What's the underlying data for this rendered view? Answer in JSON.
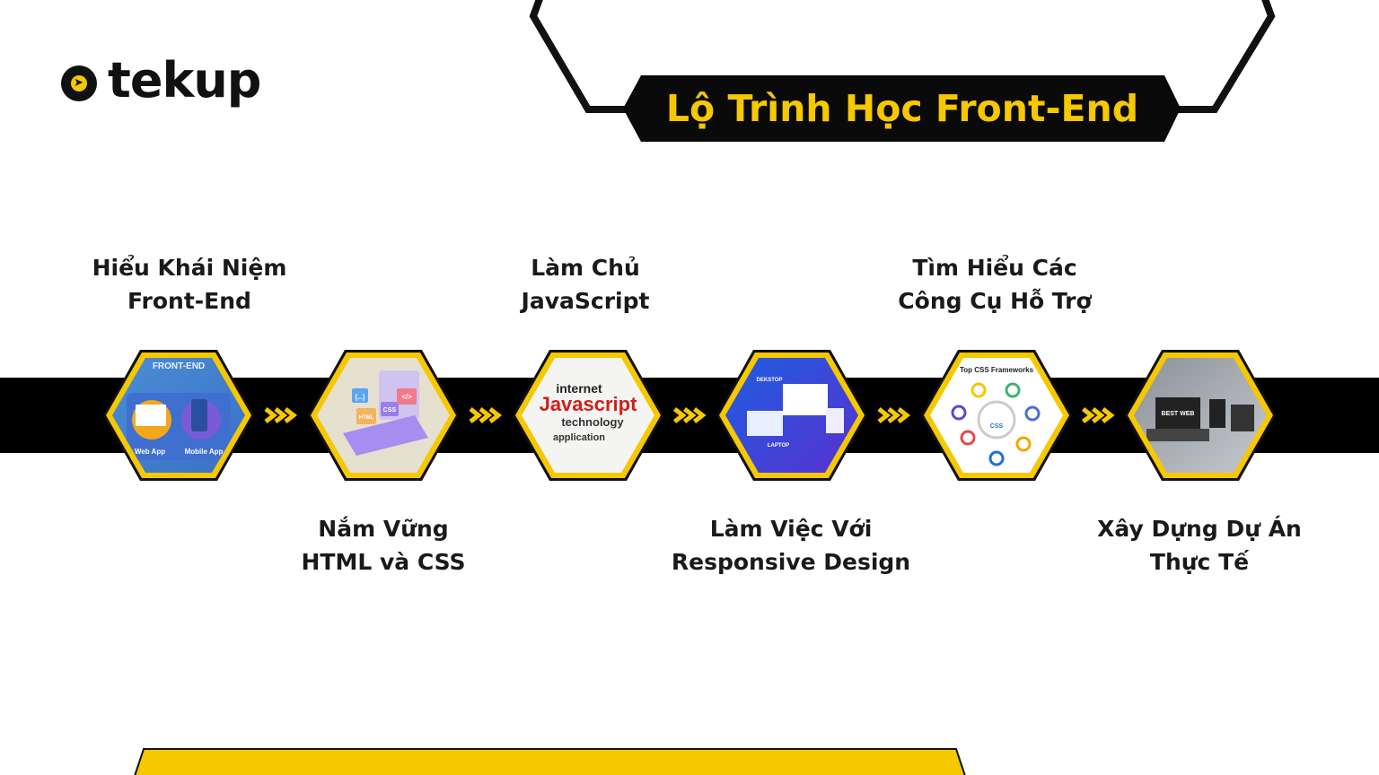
{
  "brand": {
    "name": "tekup"
  },
  "title": "Lộ Trình Học Front-End",
  "colors": {
    "accent": "#f5c800",
    "dark": "#111111",
    "text": "#1a1a1a"
  },
  "steps": [
    {
      "line1": "Hiểu Khái Niệm",
      "line2": "Front-End",
      "position": "top",
      "picture": {
        "heading": "FRONT-END",
        "left": "Web App",
        "right": "Mobile App"
      }
    },
    {
      "line1": "Nắm Vững",
      "line2": "HTML và CSS",
      "position": "bottom",
      "picture": {
        "a": "HTML",
        "b": "CSS",
        "c": "</>",
        "d": "[...]"
      }
    },
    {
      "line1": "Làm Chủ",
      "line2": "JavaScript",
      "position": "top",
      "picture": {
        "a": "internet",
        "b": "Javascript",
        "c": "technology",
        "d": "application"
      }
    },
    {
      "line1": "Làm Việc Với",
      "line2": "Responsive Design",
      "position": "bottom",
      "picture": {
        "a": "DEKSTOP",
        "b": "LAPTOP"
      }
    },
    {
      "line1": "Tìm Hiểu Các",
      "line2": "Công Cụ Hỗ Trợ",
      "position": "top",
      "picture": {
        "heading": "Top CSS Frameworks",
        "center": "CSS"
      }
    },
    {
      "line1": "Xây Dựng Dự Án",
      "line2": "Thực Tế",
      "position": "bottom",
      "picture": {
        "a": "BEST WEB"
      }
    }
  ]
}
